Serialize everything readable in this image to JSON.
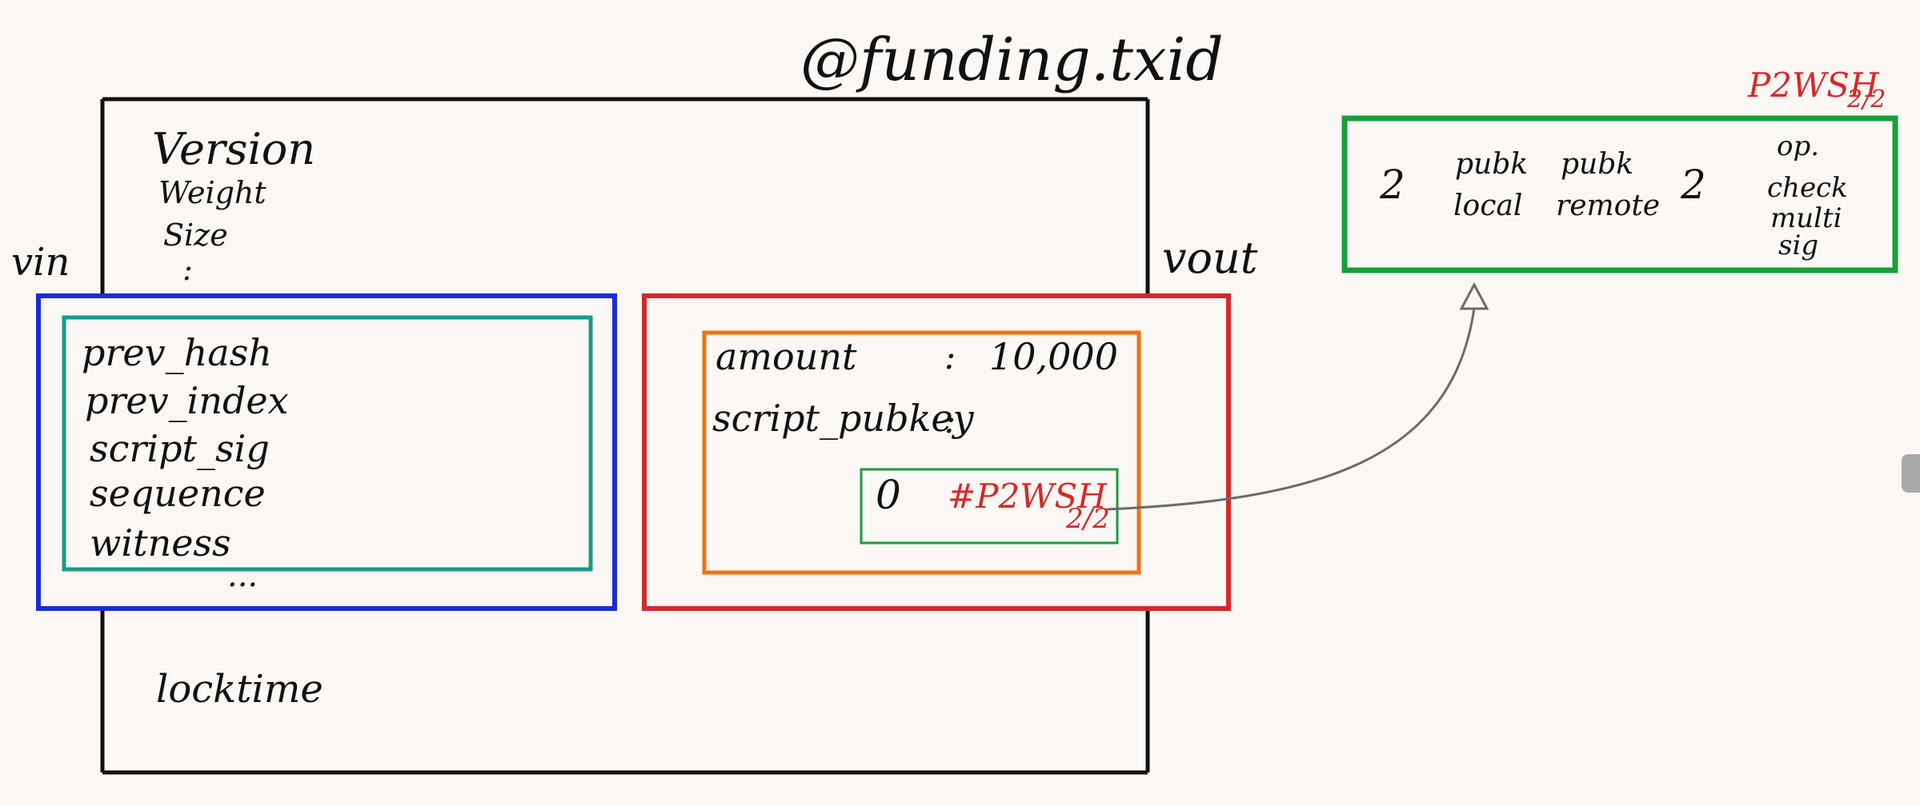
{
  "title": "@funding.txid",
  "tx_fields": {
    "version": "Version",
    "weight": "Weight",
    "size": "Size",
    "ellipsis": ":",
    "locktime": "locktime"
  },
  "vin": {
    "label": "vin",
    "fields": [
      "prev_hash",
      "prev_index",
      "script_sig",
      "sequence",
      "witness"
    ],
    "more": "..."
  },
  "vout": {
    "label": "vout",
    "amount_label": "amount",
    "amount_sep": ":",
    "amount_value": "10,000",
    "script_label": "script_pubkey",
    "script_sep": ":",
    "script": {
      "version": "0",
      "hash_label": "#P2WSH",
      "hash_sub": "2/2"
    }
  },
  "p2wsh": {
    "title": "P2WSH",
    "title_sub": "2/2",
    "items": [
      {
        "lines": [
          "2"
        ]
      },
      {
        "lines": [
          "pubk",
          "local"
        ]
      },
      {
        "lines": [
          "pubk",
          "remote"
        ]
      },
      {
        "lines": [
          "2"
        ]
      },
      {
        "lines": [
          "op.",
          "check",
          "multi",
          "sig"
        ]
      }
    ]
  },
  "colors": {
    "background": "#faf7f4",
    "tx_box": "#111111",
    "vin_box": "#1b2bd6",
    "input_box": "#1a9a8a",
    "vout_box": "#d22a2a",
    "output_box": "#ec7414",
    "script_box": "#1e9a3e",
    "p2wsh_box": "#17a03a",
    "red_text": "#d42a2a",
    "arrow": "#6b6b6b"
  }
}
